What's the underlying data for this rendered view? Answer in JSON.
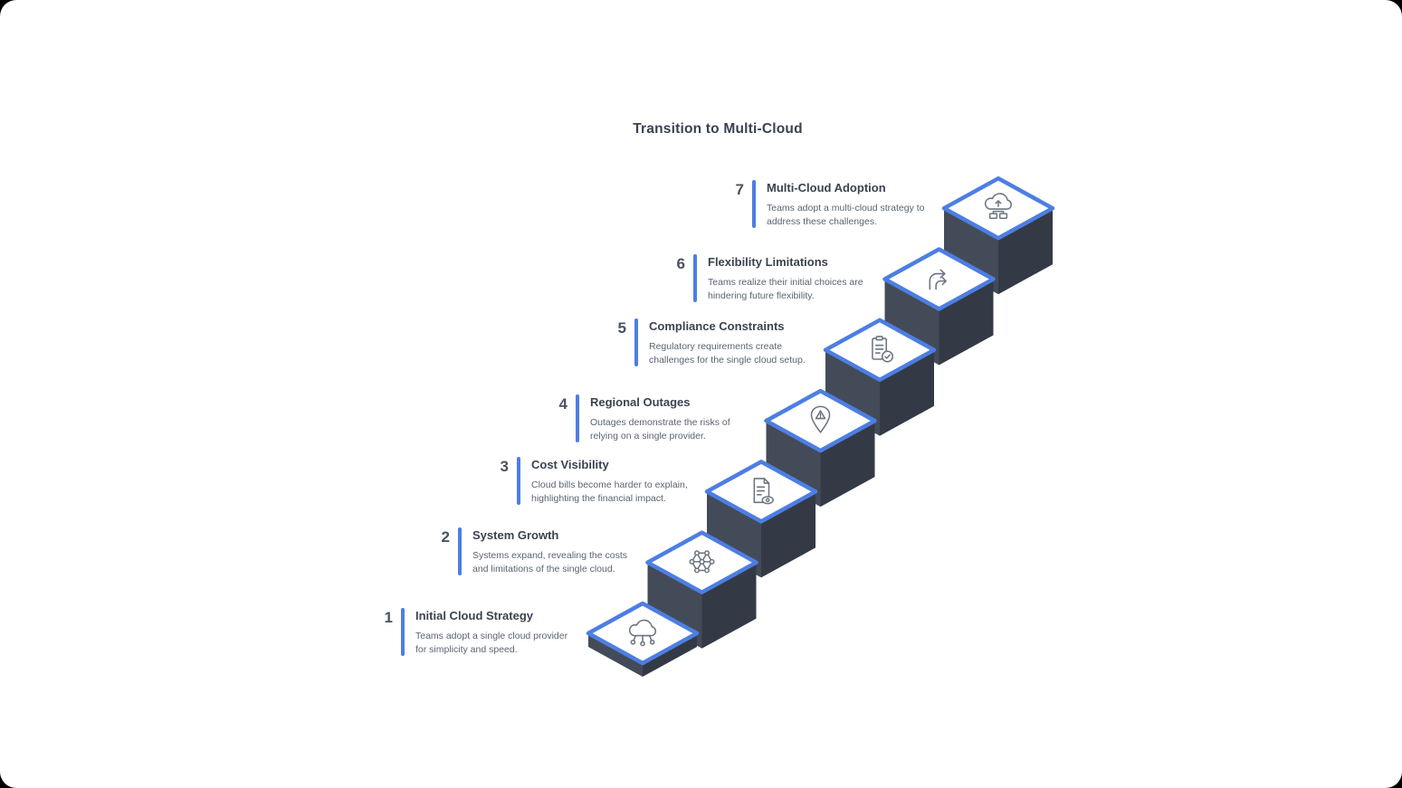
{
  "title": "Transition to Multi-Cloud",
  "colors": {
    "accent": "#4d7ee3",
    "titleColor": "#3a4150",
    "numberColor": "#4a5160",
    "stepTitleColor": "#3b4251",
    "descColor": "#5b6372",
    "faceLeft": "#434b59",
    "faceRight": "#333a46",
    "tileFill": "#ffffff",
    "iconColor": "#6d7480"
  },
  "steps": [
    {
      "number": "1",
      "title": "Initial Cloud Strategy",
      "description": "Teams adopt a single cloud provider for simplicity and speed.",
      "icon": "cloud-network-icon"
    },
    {
      "number": "2",
      "title": "System Growth",
      "description": "Systems expand, revealing the costs and limitations of the single cloud.",
      "icon": "network-nodes-icon"
    },
    {
      "number": "3",
      "title": "Cost Visibility",
      "description": "Cloud bills become harder to explain, highlighting the financial impact.",
      "icon": "bill-eye-icon"
    },
    {
      "number": "4",
      "title": "Regional Outages",
      "description": "Outages demonstrate the risks of relying on a single provider.",
      "icon": "alert-pin-icon"
    },
    {
      "number": "5",
      "title": "Compliance Constraints",
      "description": "Regulatory requirements create challenges for the single cloud setup.",
      "icon": "clipboard-check-icon"
    },
    {
      "number": "6",
      "title": "Flexibility Limitations",
      "description": "Teams realize their initial choices are hindering future flexibility.",
      "icon": "flex-arrows-icon"
    },
    {
      "number": "7",
      "title": "Multi-Cloud Adoption",
      "description": "Teams adopt a multi-cloud strategy to address these challenges.",
      "icon": "multi-cloud-icon"
    }
  ]
}
